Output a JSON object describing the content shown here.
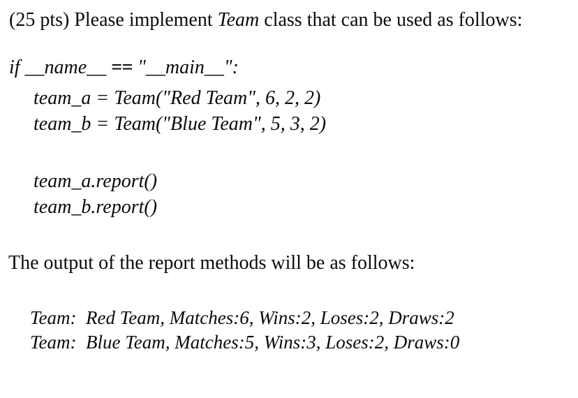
{
  "document": {
    "background_color": "#ffffff",
    "text_color": "#0b0b0b",
    "question": {
      "points_label": "(25 pts)",
      "prompt_before": "(25 pts) Please implement ",
      "prompt_emphasis": "Team",
      "prompt_after": " class that can be used as follows:"
    },
    "code_block": {
      "line_1_part_1": "if __name__ ",
      "line_1_operator": "==",
      "line_1_part_2": " \"__main__\":",
      "line_2": "team_a = Team(\"Red Team\", 6, 2, 2)",
      "line_3": "team_b = Team(\"Blue Team\", 5, 3, 2)",
      "line_4": "team_a.report()",
      "line_5": "team_b.report()"
    },
    "output_intro": "The output of the report methods will be as follows:",
    "expected_output": [
      "Team:  Red Team, Matches:6, Wins:2, Loses:2, Draws:2",
      "Team:  Blue Team, Matches:5, Wins:3, Loses:2, Draws:0"
    ],
    "teams": [
      {
        "name": "Red Team",
        "variable": "team_a",
        "matches": 6,
        "wins": 2,
        "loses": 2,
        "draws": 2
      },
      {
        "name": "Blue Team",
        "variable": "team_b",
        "matches": 5,
        "wins": 3,
        "loses": 2,
        "draws": 0
      }
    ]
  }
}
